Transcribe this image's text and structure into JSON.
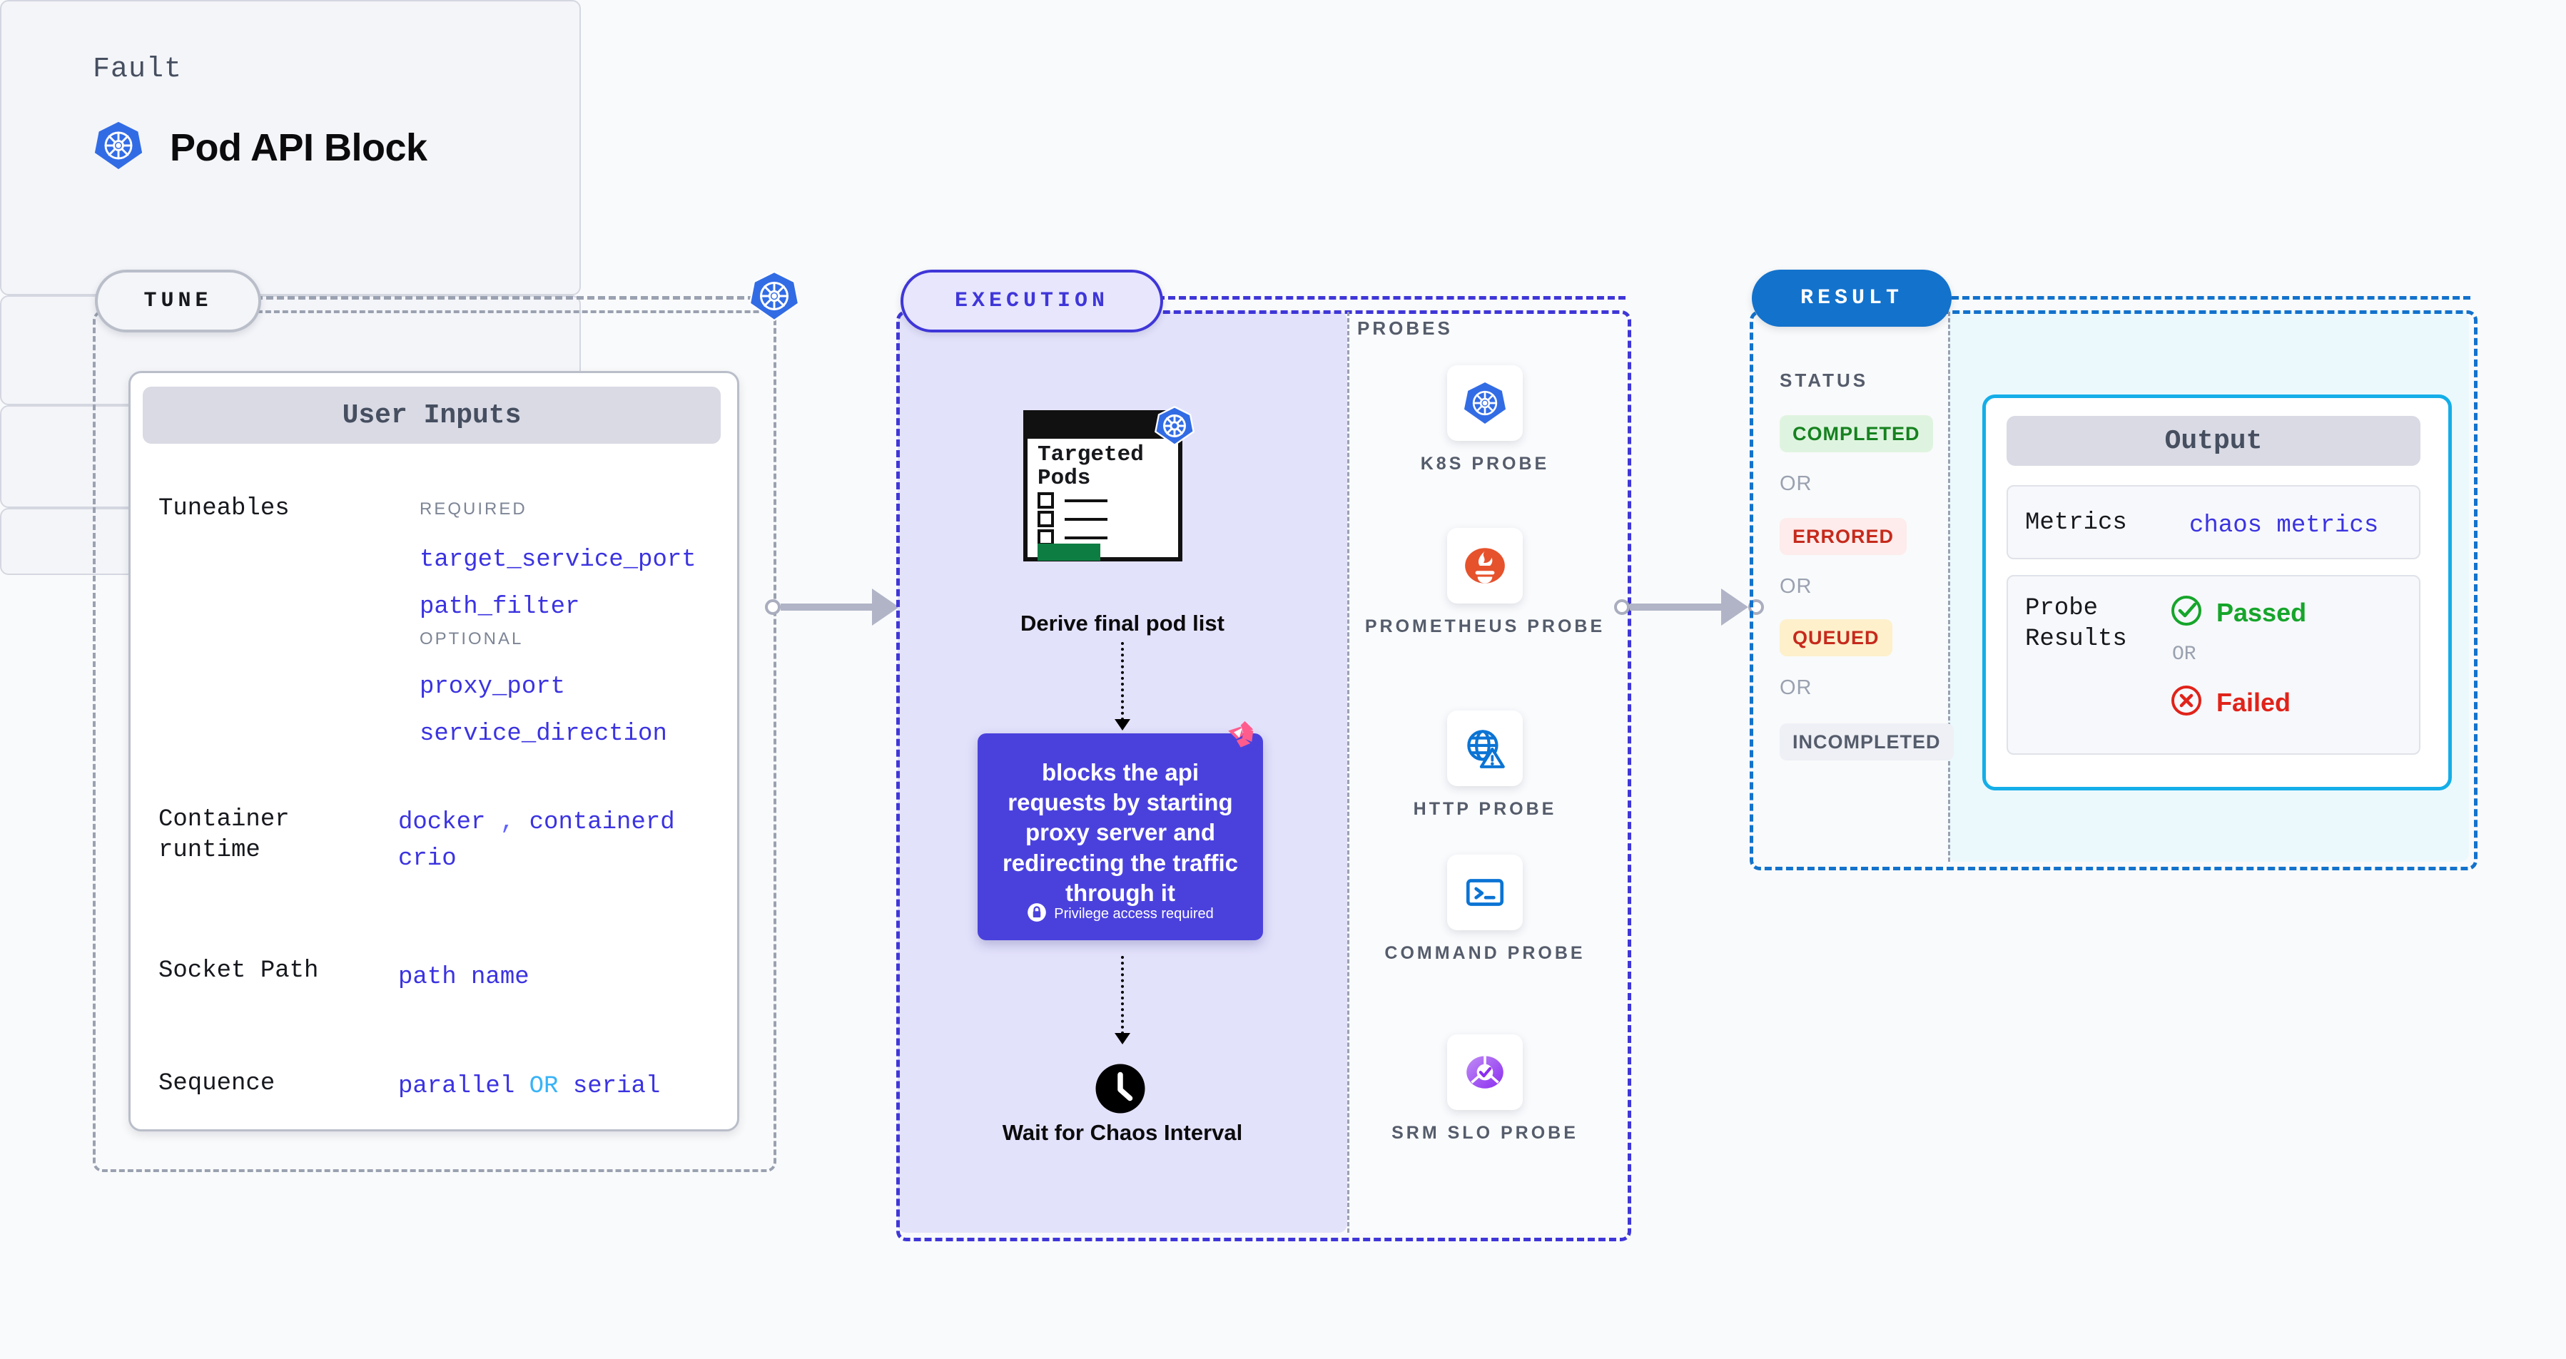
{
  "header": {
    "kicker": "Fault",
    "title": "Pod API Block",
    "icon": "kubernetes-icon"
  },
  "stages": {
    "tune": {
      "pill_label": "TUNE"
    },
    "execution": {
      "pill_label": "EXECUTION"
    },
    "result": {
      "pill_label": "RESULT"
    }
  },
  "tune": {
    "card_title": "User Inputs",
    "rows": [
      {
        "label": "Tuneables",
        "groups": [
          {
            "heading": "REQUIRED",
            "values": [
              "target_service_port",
              "path_filter"
            ]
          },
          {
            "heading": "OPTIONAL",
            "values": [
              "proxy_port",
              "service_direction"
            ]
          }
        ]
      },
      {
        "label": "Container runtime",
        "values_line1": [
          "docker",
          "containerd"
        ],
        "separator": ",",
        "values_line2": [
          "crio"
        ]
      },
      {
        "label": "Socket Path",
        "value": "path name"
      },
      {
        "label": "Sequence",
        "value_a": "parallel",
        "keyword": "OR",
        "value_b": "serial"
      }
    ]
  },
  "execution": {
    "pods_window": {
      "heading": "Targeted Pods",
      "icon": "kubernetes-icon",
      "checkbox_count": 3
    },
    "derive_label": "Derive final pod list",
    "action": {
      "text": "blocks the api requests by starting proxy server and redirecting the traffic through it",
      "privilege_note": "Privilege access required",
      "privilege_icon": "lock-icon",
      "brand_icon": "harness-logo-icon",
      "color": "#4a41dd"
    },
    "wait": {
      "icon": "clock-icon",
      "label": "Wait for Chaos Interval"
    },
    "probes": {
      "title": "PROBES",
      "items": [
        {
          "name": "K8S PROBE",
          "icon": "kubernetes-icon"
        },
        {
          "name": "PROMETHEUS PROBE",
          "icon": "prometheus-icon"
        },
        {
          "name": "HTTP PROBE",
          "icon": "globe-warning-icon"
        },
        {
          "name": "COMMAND PROBE",
          "icon": "terminal-icon"
        },
        {
          "name": "SRM SLO PROBE",
          "icon": "srm-slo-icon"
        }
      ]
    }
  },
  "result": {
    "status_title": "STATUS",
    "or_label": "OR",
    "statuses": [
      {
        "label": "COMPLETED",
        "bg": "#dff4e0",
        "fg": "#15821f"
      },
      {
        "label": "ERRORED",
        "bg": "#fdeceb",
        "fg": "#c62a1c"
      },
      {
        "label": "QUEUED",
        "bg": "#fdf0cb",
        "fg": "#c62a1c"
      },
      {
        "label": "INCOMPLETED",
        "bg": "#eef0f6",
        "fg": "#555c6b"
      }
    ],
    "output": {
      "card_title": "Output",
      "metrics_label": "Metrics",
      "metrics_value": "chaos metrics",
      "probe_results_label": "Probe Results",
      "passed_label": "Passed",
      "failed_label": "Failed",
      "or_label": "OR",
      "passed_icon": "check-circle-icon",
      "failed_icon": "x-circle-icon"
    }
  }
}
